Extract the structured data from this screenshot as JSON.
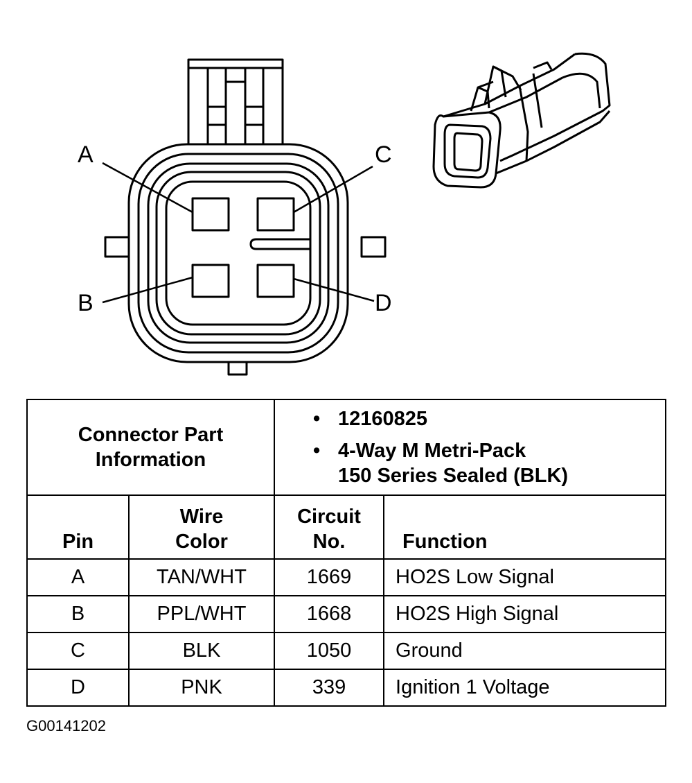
{
  "pin_labels": {
    "a": "A",
    "b": "B",
    "c": "C",
    "d": "D"
  },
  "connector_info": {
    "title_line1": "Connector Part",
    "title_line2": "Information",
    "bullet": "•",
    "part_number": "12160825",
    "description_line1": "4-Way M Metri-Pack",
    "description_line2": "150 Series Sealed (BLK)"
  },
  "table": {
    "headers": {
      "pin": "Pin",
      "wire_color_line1": "Wire",
      "wire_color_line2": "Color",
      "circuit_line1": "Circuit",
      "circuit_line2": "No.",
      "function": "Function"
    },
    "rows": [
      {
        "pin": "A",
        "wire_color": "TAN/WHT",
        "circuit": "1669",
        "function": "HO2S Low Signal"
      },
      {
        "pin": "B",
        "wire_color": "PPL/WHT",
        "circuit": "1668",
        "function": "HO2S High Signal"
      },
      {
        "pin": "C",
        "wire_color": "BLK",
        "circuit": "1050",
        "function": "Ground"
      },
      {
        "pin": "D",
        "wire_color": "PNK",
        "circuit": "339",
        "function": "Ignition 1 Voltage"
      }
    ]
  },
  "figure_id": "G00141202"
}
